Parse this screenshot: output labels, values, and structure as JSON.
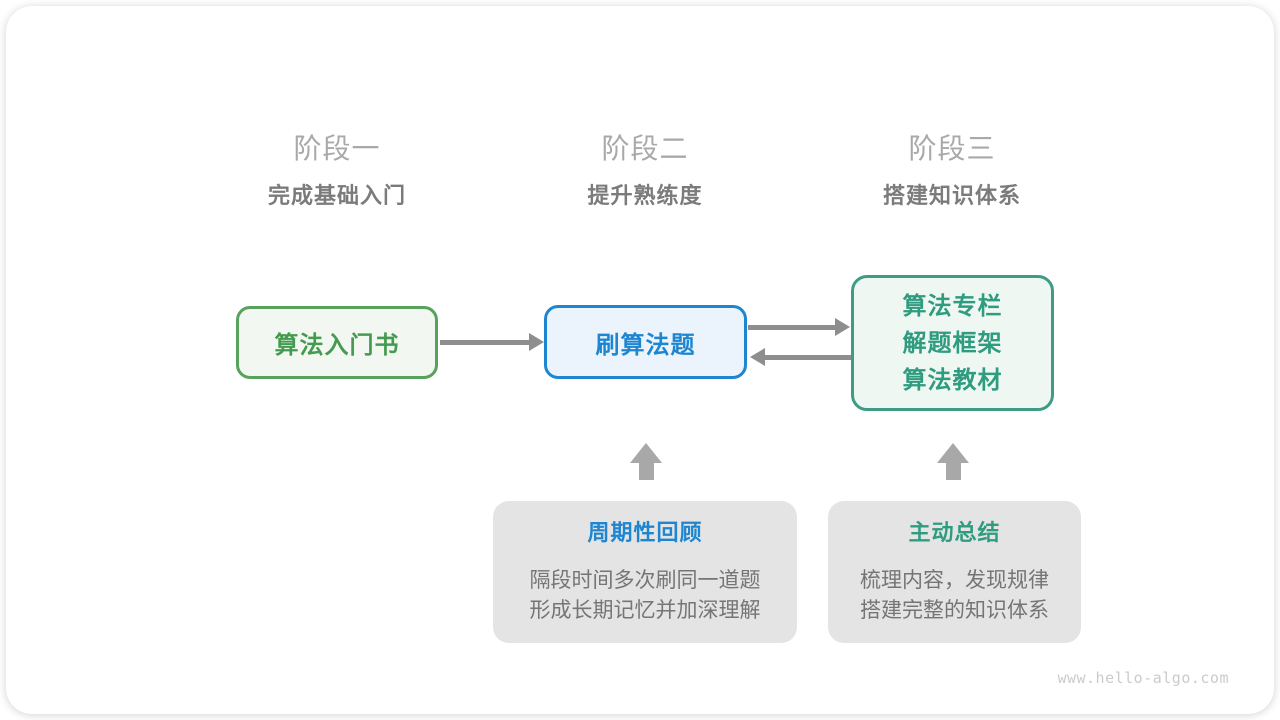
{
  "stages": [
    {
      "label": "阶段一",
      "subtitle": "完成基础入门"
    },
    {
      "label": "阶段二",
      "subtitle": "提升熟练度"
    },
    {
      "label": "阶段三",
      "subtitle": "搭建知识体系"
    }
  ],
  "flow": {
    "intro_book": {
      "label": "算法入门书",
      "accent": "#449b4f",
      "border": "#57a25c",
      "fill": "#f2f8f1"
    },
    "practice": {
      "label": "刷算法题",
      "accent": "#1e86d1",
      "border": "#1e86d1",
      "fill": "#ebf4fc"
    },
    "resources": {
      "lines": [
        "算法专栏",
        "解题框架",
        "算法教材"
      ],
      "accent": "#2f9c80",
      "border": "#3e9c85",
      "fill": "#eff7f3"
    }
  },
  "callouts": [
    {
      "title": "周期性回顾",
      "accent": "#1e86d1",
      "lines": [
        "隔段时间多次刷同一道题",
        "形成长期记忆并加深理解"
      ]
    },
    {
      "title": "主动总结",
      "accent": "#2f9c80",
      "lines": [
        "梳理内容，发现规律",
        "搭建完整的知识体系"
      ]
    }
  ],
  "watermark": "www.hello-algo.com",
  "colors": {
    "arrow": "#8e8e8e",
    "block_arrow": "#a8a8a8",
    "stage_label": "#a9a9a9",
    "stage_subtitle": "#7b7b7b",
    "callout_bg": "#e4e4e4",
    "callout_text": "#757575",
    "watermark": "#cbcbcb",
    "card_bg": "#ffffff"
  }
}
